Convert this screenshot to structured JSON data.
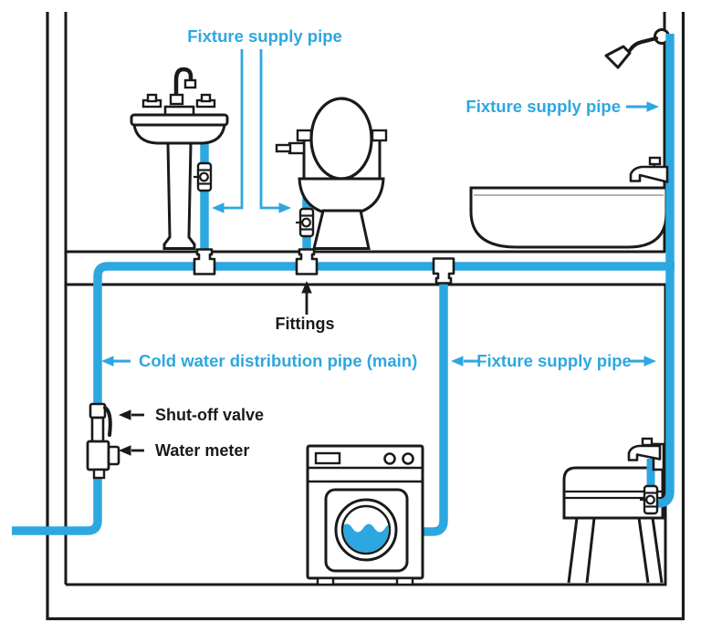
{
  "diagram": {
    "labels": {
      "fixture_supply_top": "Fixture supply pipe",
      "fixture_supply_shower": "Fixture supply pipe",
      "fixture_supply_basement": "Fixture supply pipe",
      "cold_water_main": "Cold water distribution pipe (main)",
      "fittings": "Fittings",
      "shut_off_valve": "Shut-off valve",
      "water_meter": "Water meter"
    },
    "colors": {
      "pipe": "#2da7e0",
      "ink": "#1a1a1a",
      "tub_line": "#b3b3b3",
      "bg": "#ffffff"
    },
    "fixtures": [
      "pedestal-sink",
      "toilet",
      "shower-head",
      "bathtub",
      "washing-machine",
      "laundry-sink",
      "tee-fitting",
      "inline-shut-off-valve",
      "main-shut-off-valve",
      "water-meter"
    ]
  }
}
